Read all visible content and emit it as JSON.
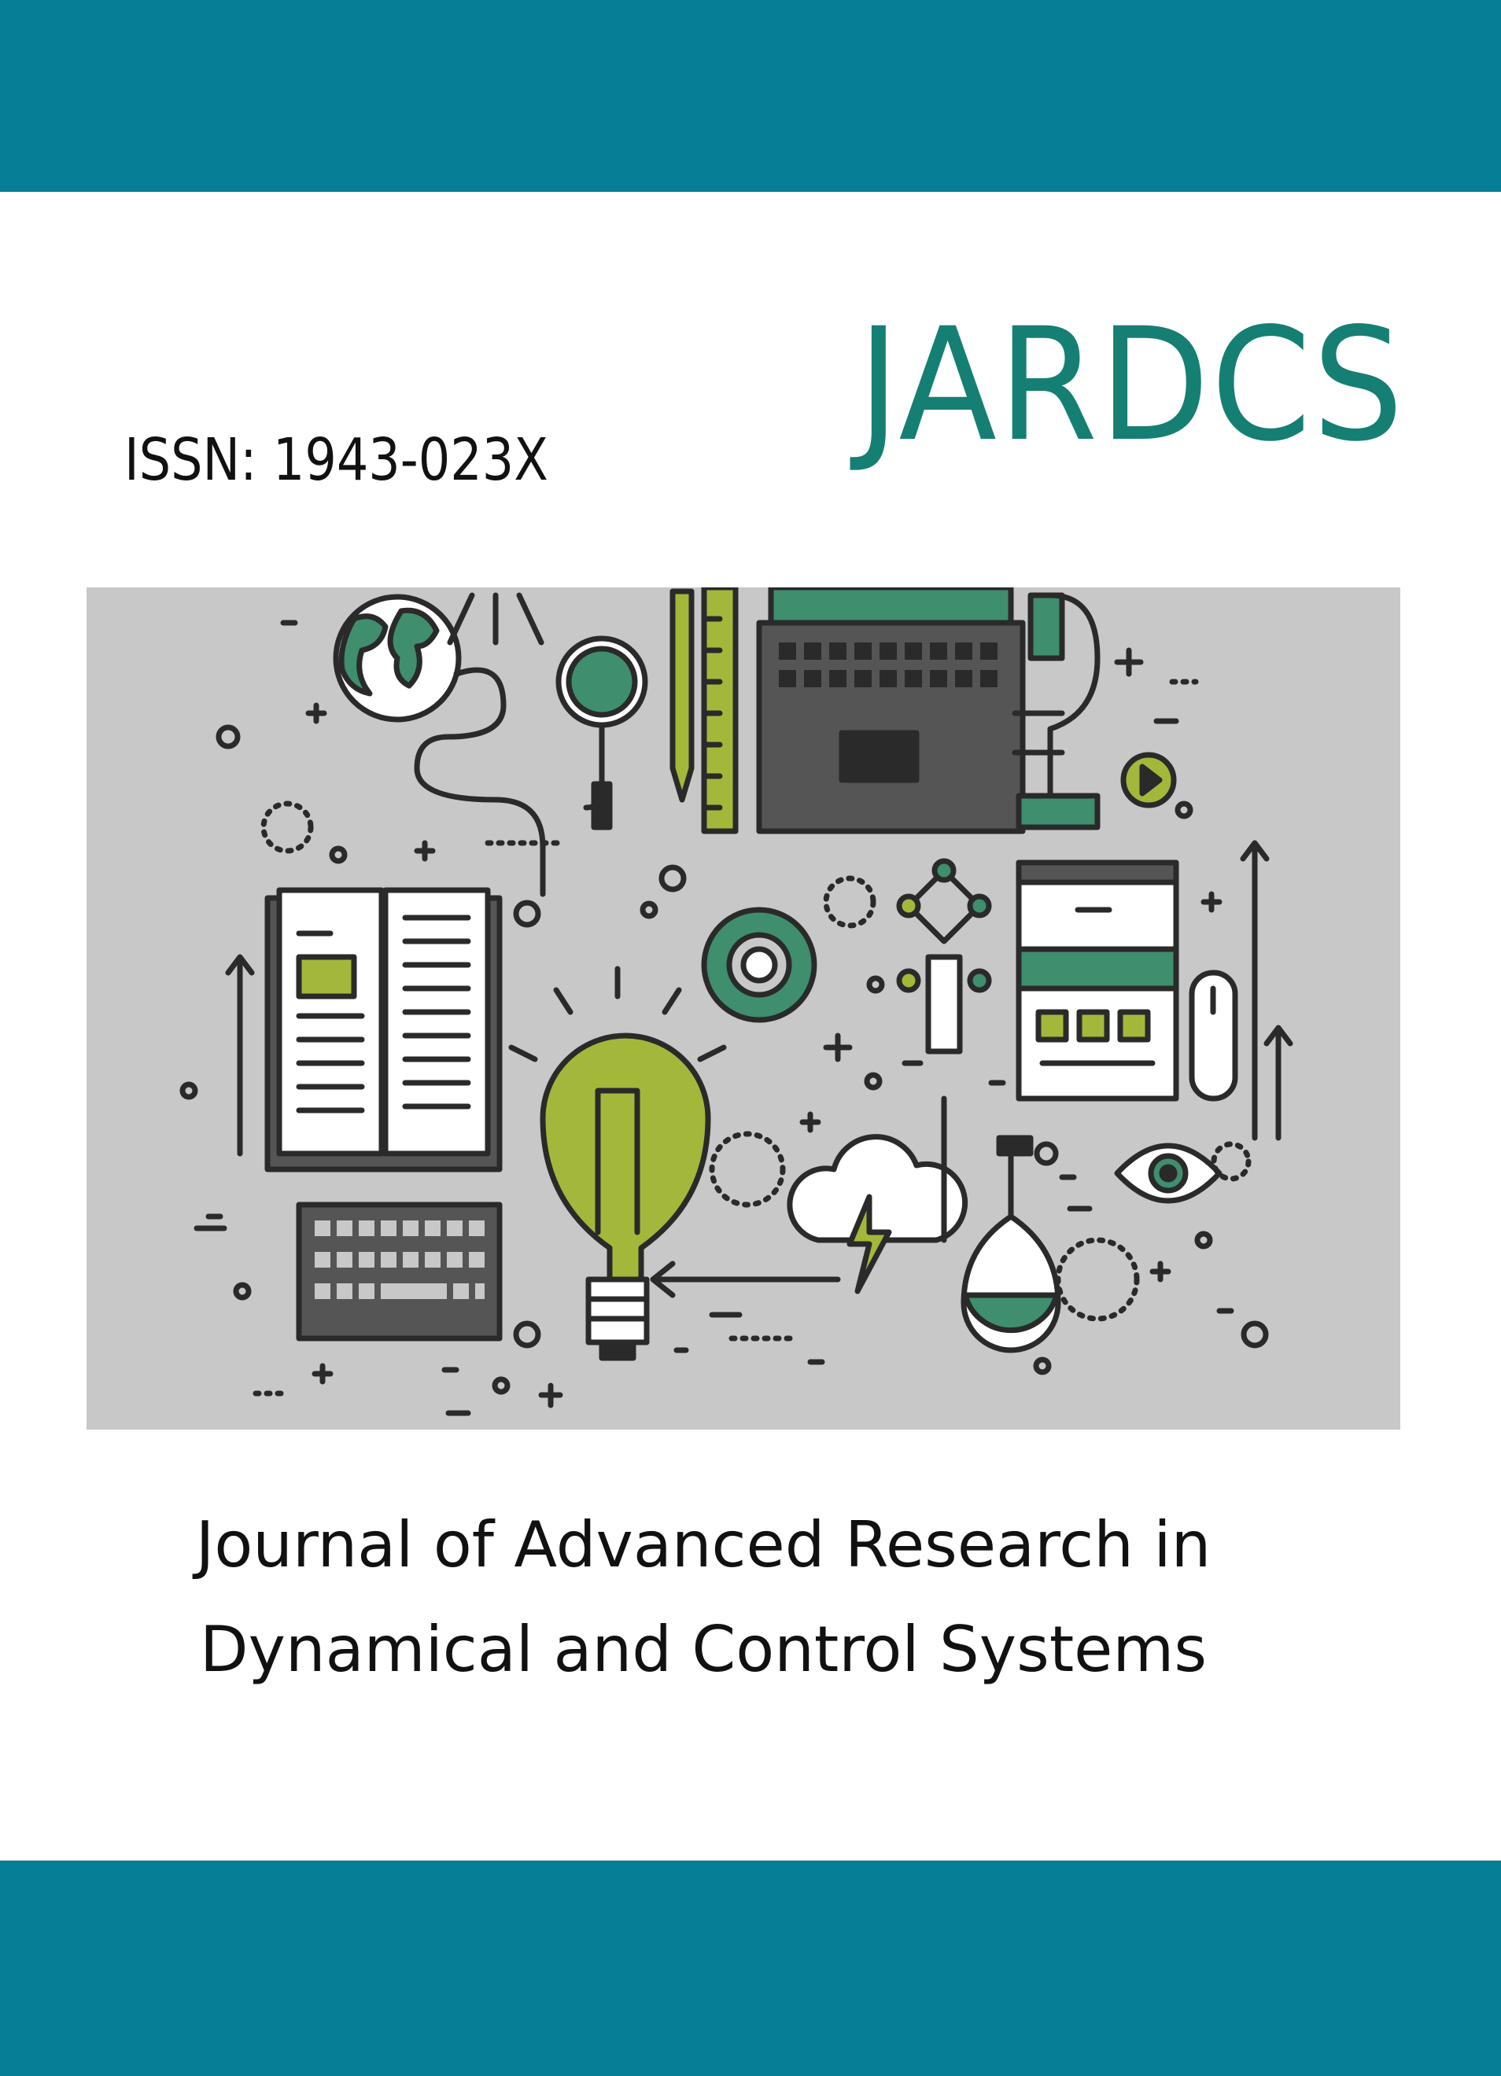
{
  "cover": {
    "acronym": "JARDCS",
    "issn": "ISSN: 1943-023X",
    "title_line_1": "Journal of Advanced Research in",
    "title_line_2": "Dynamical and Control Systems"
  },
  "colors": {
    "band": "#067e96",
    "acronym": "#157f73",
    "illustration_bg": "#c8c8c8",
    "accent_green": "#3f8e6d",
    "accent_lime": "#a3b83a",
    "outline": "#2a2a2a"
  },
  "illustration": {
    "icons": [
      "globe-icon",
      "magnifier-icon",
      "pencil-icon",
      "ruler-icon",
      "laptop-icon",
      "microscope-icon",
      "play-icon",
      "book-icon",
      "gear-icon",
      "network-person-icon",
      "browser-window-icon",
      "mouse-icon",
      "lightbulb-icon",
      "cloud-lightning-icon",
      "flask-icon",
      "eye-icon",
      "keyboard-icon",
      "arrow-up-icon"
    ]
  }
}
